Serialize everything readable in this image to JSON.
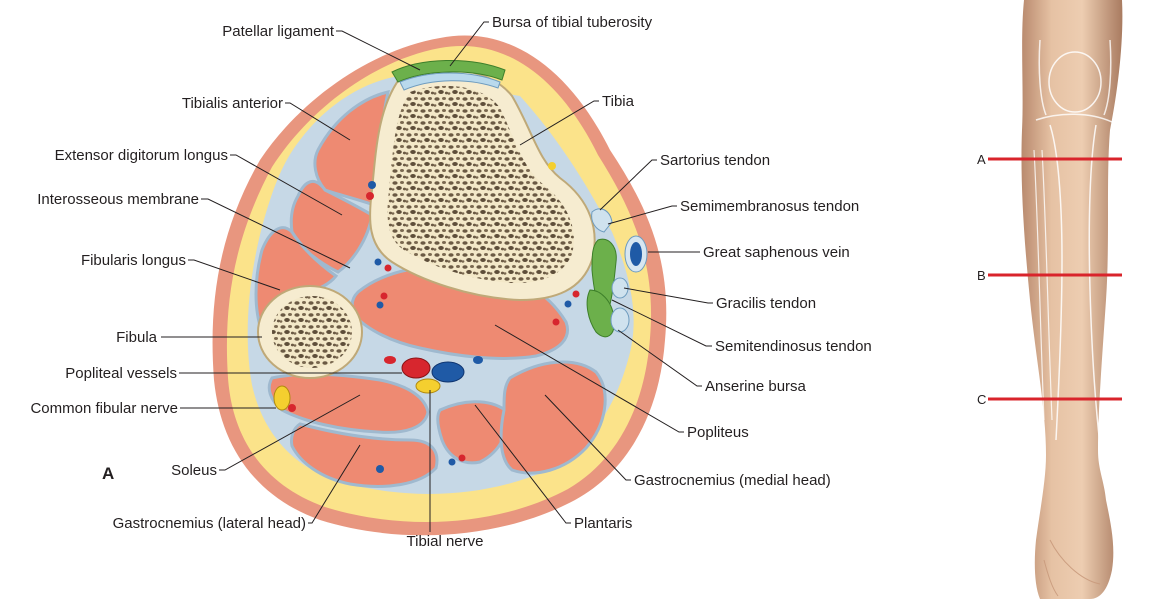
{
  "figure": {
    "panel_label": "A",
    "labels": {
      "patellar_ligament": "Patellar ligament",
      "bursa_tibial_tuberosity": "Bursa of tibial tuberosity",
      "tibialis_anterior": "Tibialis anterior",
      "tibia": "Tibia",
      "extensor_digitorum_longus": "Extensor digitorum longus",
      "sartorius_tendon": "Sartorius tendon",
      "interosseous_membrane": "Interosseous membrane",
      "semimembranosus_tendon": "Semimembranosus tendon",
      "great_saphenous_vein": "Great saphenous vein",
      "fibularis_longus": "Fibularis longus",
      "gracilis_tendon": "Gracilis tendon",
      "fibula": "Fibula",
      "semitendinosus_tendon": "Semitendinosus tendon",
      "popliteal_vessels": "Popliteal vessels",
      "anserine_bursa": "Anserine bursa",
      "common_fibular_nerve": "Common fibular nerve",
      "popliteus": "Popliteus",
      "soleus": "Soleus",
      "gastrocnemius_medial": "Gastrocnemius (medial head)",
      "gastrocnemius_lateral": "Gastrocnemius (lateral head)",
      "plantaris": "Plantaris",
      "tibial_nerve": "Tibial nerve"
    },
    "section_levels": [
      "A",
      "B",
      "C"
    ],
    "colors": {
      "skin": "#e8967f",
      "fat": "#fbe38a",
      "muscle": "#ee8a72",
      "fascia": "#b9cfe0",
      "bone_cortex": "#f6ecd0",
      "bone_pores": "#6b5a44",
      "ligament": "#6cb04b",
      "artery": "#d7262e",
      "vein": "#1f5aa6",
      "nerve": "#f4cf2f",
      "section_line": "#d9242b"
    }
  }
}
